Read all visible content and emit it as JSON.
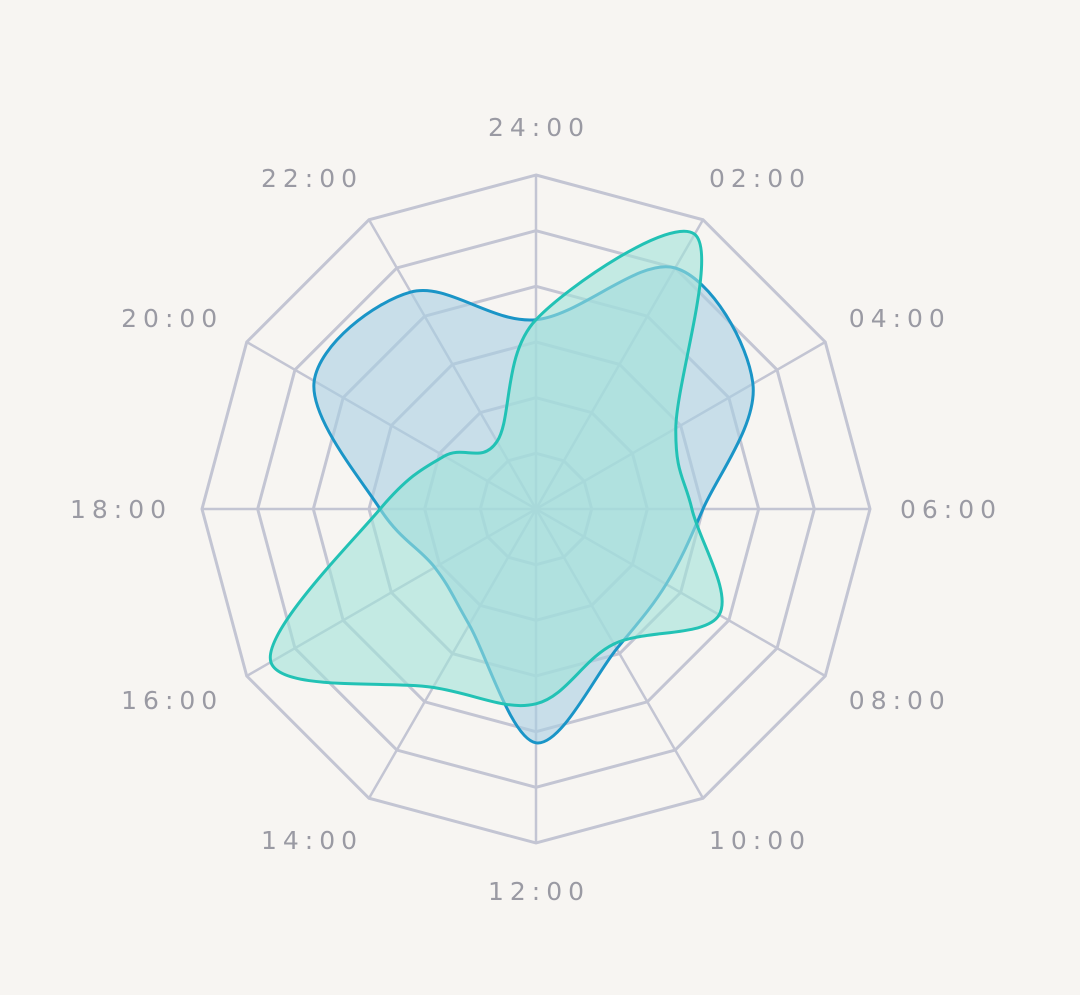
{
  "chart_data": {
    "type": "radar",
    "categories": [
      "24:00",
      "02:00",
      "04:00",
      "06:00",
      "08:00",
      "10:00",
      "12:00",
      "14:00",
      "16:00",
      "18:00",
      "20:00",
      "22:00"
    ],
    "rlim": [
      0,
      6
    ],
    "rings": 6,
    "grid": true,
    "legend": false,
    "series": [
      {
        "values": [
          3.4,
          5.0,
          4.5,
          3.0,
          2.7,
          2.9,
          4.2,
          2.4,
          2.1,
          2.8,
          4.6,
          4.5
        ],
        "color": "#1a95c7",
        "fill": "#a8cfe2"
      },
      {
        "values": [
          3.4,
          5.7,
          2.9,
          2.8,
          3.8,
          2.8,
          3.5,
          3.7,
          5.5,
          2.8,
          1.9,
          1.4
        ],
        "color": "#22c2b5",
        "fill": "#a0e2d9"
      }
    ]
  }
}
